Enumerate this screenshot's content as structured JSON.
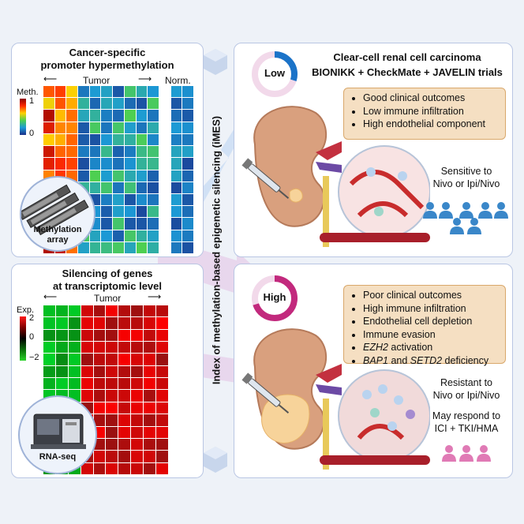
{
  "top_left": {
    "title_line1": "Cancer-specific",
    "title_line2": "promoter hypermethylation",
    "tumor_label": "Tumor",
    "normal_label": "Norm.",
    "scale_title": "Meth.",
    "scale_max": "1",
    "scale_min": "0",
    "inset_label_line1": "Methylation",
    "inset_label_line2": "array"
  },
  "bottom_left": {
    "title_line1": "Silencing of genes",
    "title_line2": "at transcriptomic level",
    "tumor_label": "Tumor",
    "scale_title": "Exp.",
    "scale_max": "2",
    "scale_mid": "0",
    "scale_min": "−2",
    "inset_label": "RNA-seq"
  },
  "center": {
    "vertical_label": "Index of methylation-based epigenetic silencing (iMES)"
  },
  "top_right": {
    "title_line1": "Clear-cell renal cell carcinoma",
    "title_line2": "BIONIKK + CheckMate + JAVELIN trials",
    "gauge_label": "Low",
    "gauge_fraction": 0.3,
    "findings": [
      "Good clinical outcomes",
      "Low immune infiltration",
      "High endothelial component"
    ],
    "response_line1": "Sensitive to",
    "response_line2": "Nivo or Ipi/Nivo"
  },
  "bottom_right": {
    "gauge_label": "High",
    "gauge_fraction": 0.7,
    "findings": [
      {
        "pre": "",
        "italic": "",
        "post": "Poor clinical outcomes"
      },
      {
        "pre": "",
        "italic": "",
        "post": "High immune infiltration"
      },
      {
        "pre": "",
        "italic": "",
        "post": "Endothelial cell depletion"
      },
      {
        "pre": "",
        "italic": "",
        "post": "Immune evasion"
      },
      {
        "pre": "",
        "italic": "EZH2",
        "post": " activation"
      },
      {
        "pre": "",
        "italic": "BAP1",
        "post": " and ",
        "italic2": "SETD2",
        "post2": " deficiency"
      }
    ],
    "response_line1": "Resistant to",
    "response_line2": "Nivo or Ipi/Nivo",
    "response_line3": "May respond to",
    "response_line4": "ICI + TKI/HMA"
  },
  "colors": {
    "panel_border": "#b9c6e3",
    "finding_box": "#f5dfc2",
    "gauge_low": "#1b73c8",
    "gauge_high": "#c2297d",
    "people_blue": "#3a87c9",
    "people_pink": "#e07ab5"
  }
}
